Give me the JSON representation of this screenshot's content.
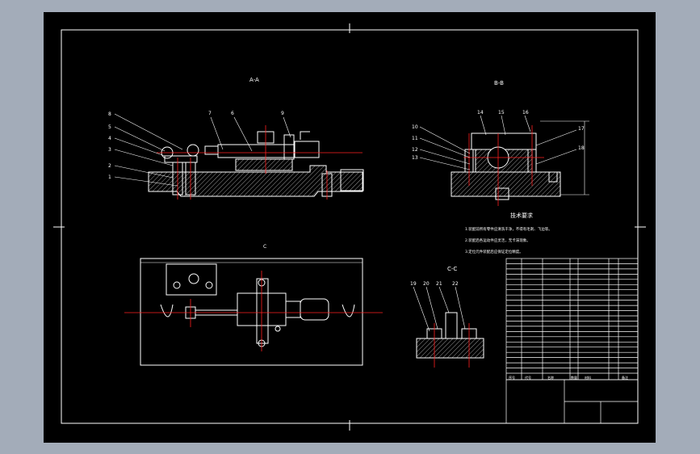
{
  "views": {
    "front_title": "A-A",
    "side_title": "B-B",
    "detail_title": "C-C",
    "top_marker": "C"
  },
  "balloons": [
    "8",
    "5",
    "4",
    "3",
    "2",
    "1",
    "7",
    "6",
    "9"
  ],
  "side_balloons": [
    "10",
    "11",
    "12",
    "13",
    "14",
    "15",
    "16",
    "17",
    "18"
  ],
  "detail_balloons": [
    "19",
    "20",
    "21",
    "22"
  ],
  "notes": {
    "heading": "技术要求",
    "lines": [
      "1.装配前所有零件应清洗干净，不得有毛刺、飞边等。",
      "2.装配后各运动件应灵活，无卡滞现象。",
      "3.定位元件装配后应保证定位精度。"
    ]
  },
  "bom": {
    "header": [
      "序号",
      "代号",
      "名称",
      "数量",
      "材料",
      "备注"
    ]
  },
  "colors": {
    "line": "#ffffff",
    "center": "#ff2020",
    "dim": "#ffffff",
    "hatch": "#ffffff",
    "background": "#000000",
    "frame": "#a3acb9"
  }
}
